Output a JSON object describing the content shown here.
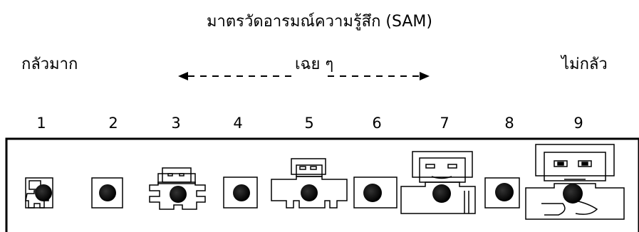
{
  "title": "มาตรวัดอารมณ์ความรู้สึก (SAM)",
  "labels": {
    "left": "กลัวมาก",
    "middle": "เฉย ๆ",
    "right": "ไม่กลัว"
  },
  "scale": [
    "1",
    "2",
    "3",
    "4",
    "5",
    "6",
    "7",
    "8",
    "9"
  ],
  "icon_names": {
    "figure": "sam-figure-icon",
    "dot": "dot-icon"
  }
}
